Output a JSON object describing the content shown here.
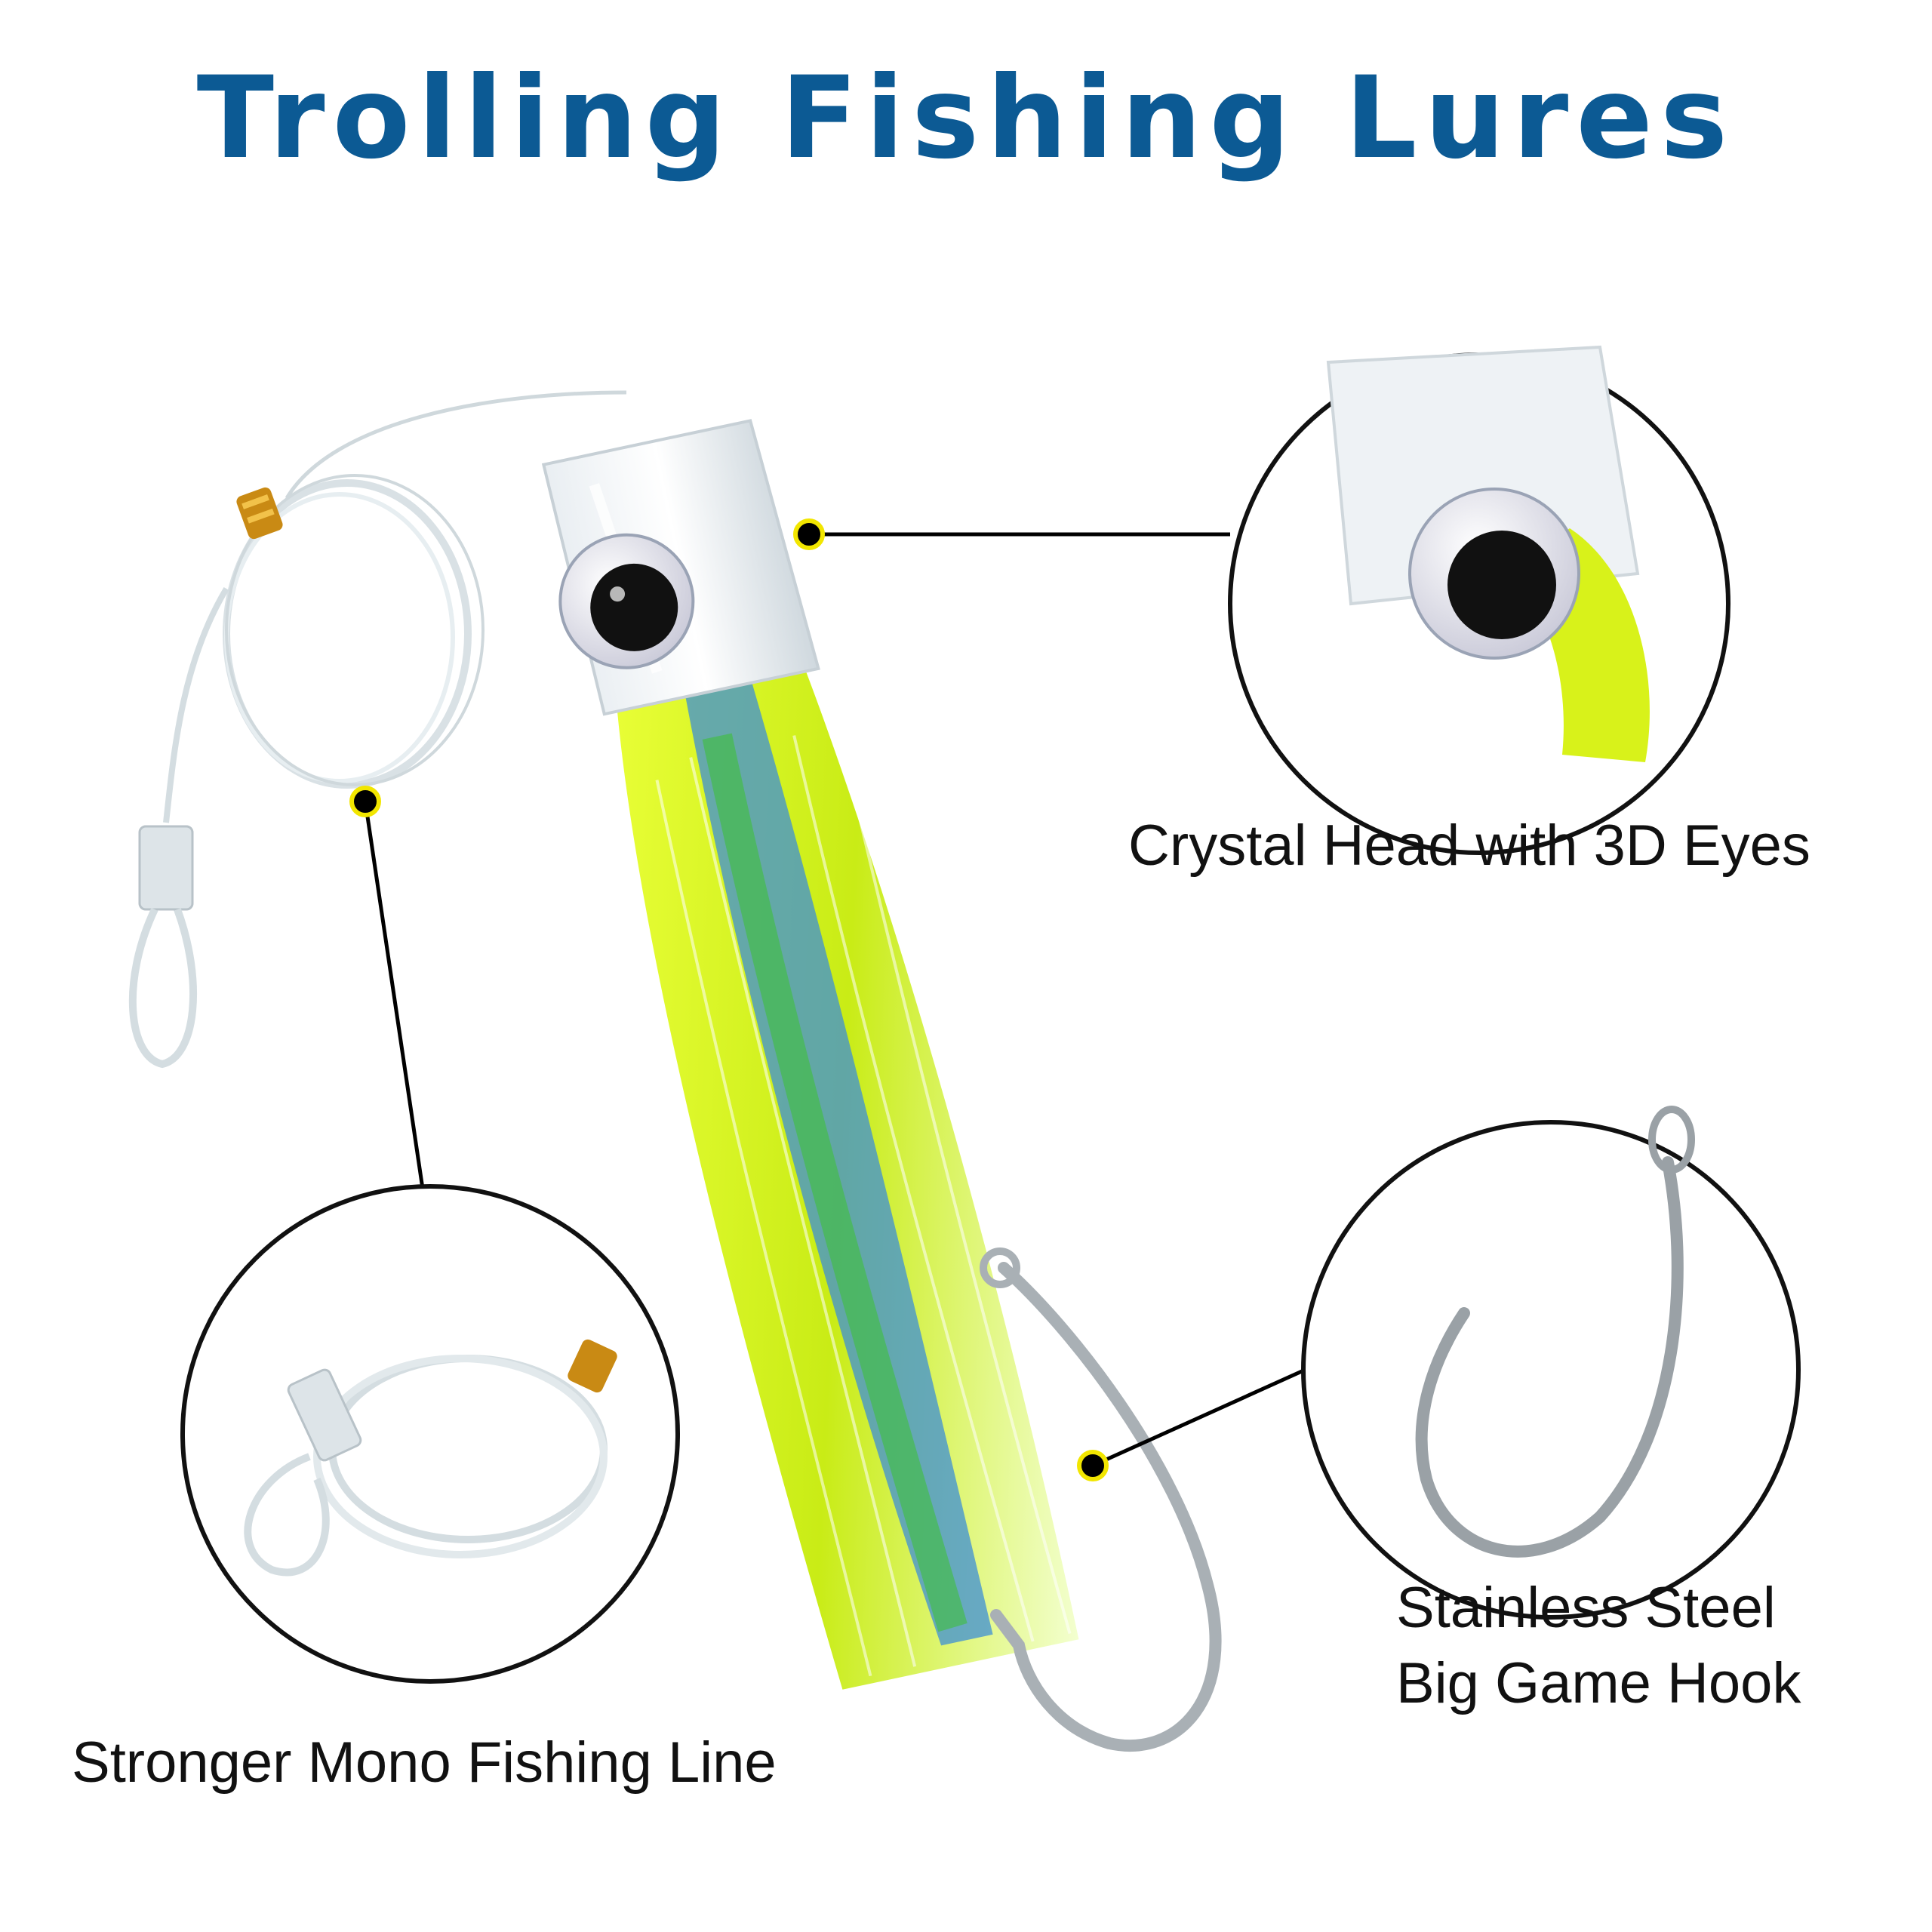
{
  "title": "Trolling Fishing Lures",
  "labels": {
    "head": "Crystal Head with 3D Eyes",
    "hook_line1": "Stainless Steel",
    "hook_line2": "Big Game Hook",
    "line": "Stronger Mono Fishing Line"
  },
  "colors": {
    "title": "#0c5a94",
    "skirt_yellow": "#d8f21a",
    "skirt_blue": "#3d8fd6",
    "skirt_green": "#3fbf3a",
    "callout_dot": "#000000",
    "dot_ring": "#f2e600",
    "crimp_gold": "#c98a14"
  },
  "icons": [
    "lure-icon",
    "eye-icon",
    "hook-icon",
    "coiled-line-icon",
    "crimp-sleeve-icon"
  ]
}
